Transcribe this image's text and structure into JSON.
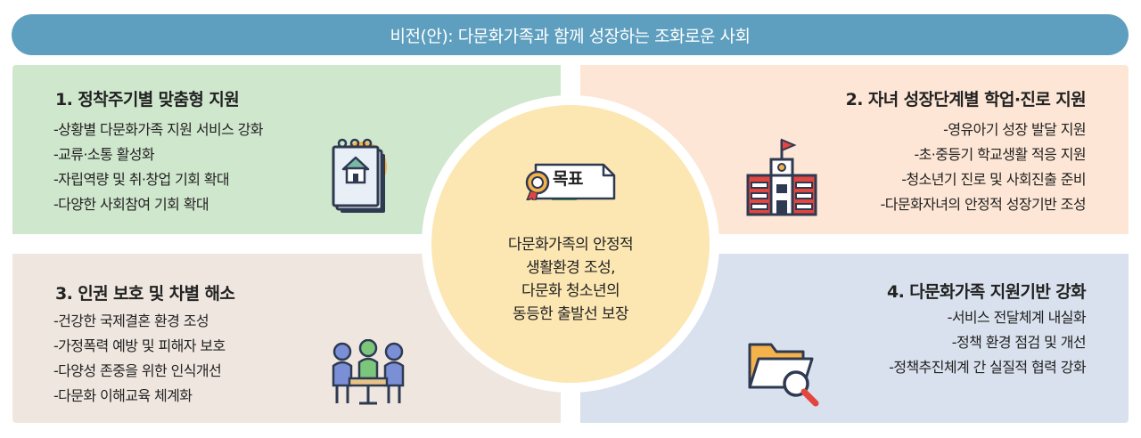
{
  "banner": {
    "text": "비전(안): 다문화가족과 함께 성장하는 조화로운 사회"
  },
  "quadrants": [
    {
      "title": "1. 정착주기별 맞춤형 지원",
      "items": [
        "-상황별 다문화가족 지원 서비스 강화",
        "-교류·소통 활성화",
        "-자립역량 및 취·창업 기회 확대",
        "-다양한 사회참여 기회 확대"
      ],
      "icon": "document-house-icon"
    },
    {
      "title": "2. 자녀 성장단계별 학업·진로 지원",
      "items": [
        "-영유아기 성장 발달 지원",
        "-초·중등기 학교생활 적응 지원",
        "-청소년기 진로 및 사회진출 준비",
        "-다문화자녀의 안정적 성장기반 조성"
      ],
      "icon": "school-building-icon"
    },
    {
      "title": "3. 인권 보호 및 차별 해소",
      "items": [
        "-건강한 국제결혼 환경 조성",
        "-가정폭력 예방 및 피해자 보호",
        "-다양성 존중을 위한 인식개선",
        "-다문화 이해교육 체계화"
      ],
      "icon": "meeting-people-icon"
    },
    {
      "title": "4. 다문화가족 지원기반 강화",
      "items": [
        "-서비스 전달체계 내실화",
        "-정책 환경 점검 및 개선",
        "-정책추진체계 간 실질적 협력 강화"
      ],
      "icon": "folder-magnifier-icon"
    }
  ],
  "center": {
    "goal_label": "목표",
    "lines": [
      "다문화가족의 안정적",
      "생활환경 조성,",
      "다문화 청소년의",
      "동등한 출발선 보장"
    ]
  },
  "colors": {
    "banner": "#5e9fbf",
    "q1_bg": "#cfe7cd",
    "q2_bg": "#fde6d5",
    "q3_bg": "#efe7df",
    "q4_bg": "#d8e1ed",
    "center_bg": "#fce7b3",
    "accent_green": "#4caf50"
  }
}
